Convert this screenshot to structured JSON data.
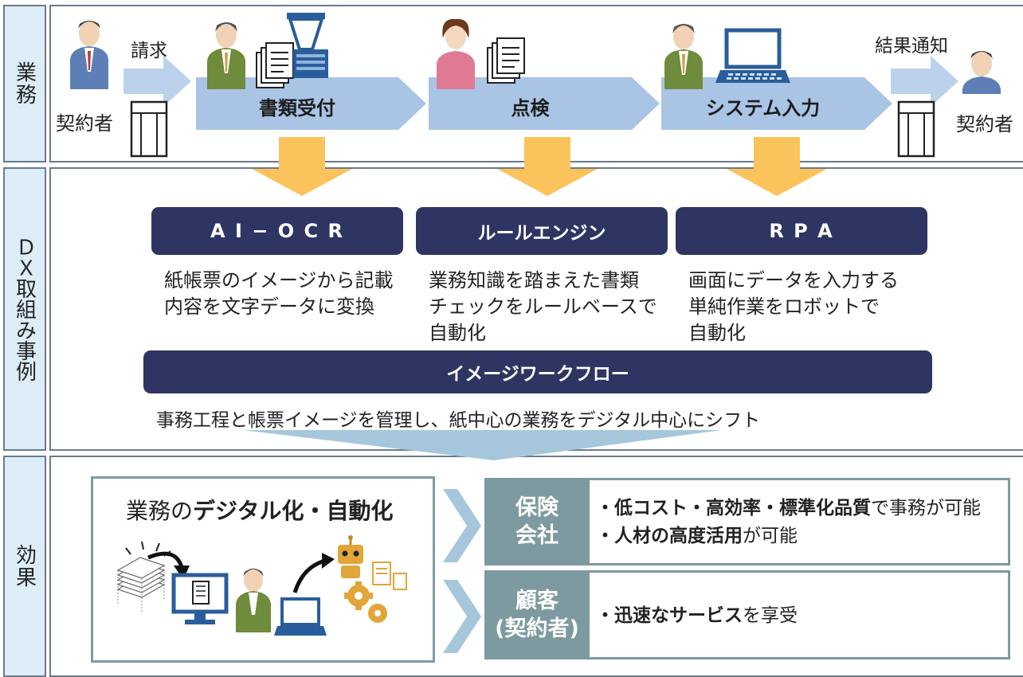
{
  "rows": {
    "business": "業務",
    "dx": "ＤＸ取組み事例",
    "effect": "効果"
  },
  "business_flow": {
    "request_label": "請求",
    "contractor_left": "契約者",
    "steps": [
      "書類受付",
      "点検",
      "システム入力"
    ],
    "result_label": "結果通知",
    "contractor_right": "契約者"
  },
  "dx": {
    "solutions": [
      {
        "title": "A I − O C R",
        "description": "紙帳票のイメージから記載\n内容を文字データに変換"
      },
      {
        "title": "ルールエンジン",
        "description": "業務知識を踏まえた書類\nチェックをルールベースで\n自動化"
      },
      {
        "title": "R P A",
        "description": "画面にデータを入力する\n単純作業をロボットで\n自動化"
      }
    ],
    "workflow_title": "イメージワークフロー",
    "workflow_description": "事務工程と帳票イメージを管理し、紙中心の業務をデジタル中心にシフト"
  },
  "effect": {
    "headline_prefix": "業務の",
    "headline_bold": "デジタル化・自動化",
    "insurer_label": "保険\n会社",
    "insurer_line1_bold": "・低コスト・高効率・標準化品質",
    "insurer_line1_rest": "で事務が可能",
    "insurer_line2_bold": "・人材の高度活用",
    "insurer_line2_rest": "が可能",
    "customer_label": "顧客\n(契約者)",
    "customer_line_bold": "・迅速なサービス",
    "customer_line_rest": "を享受"
  },
  "colors": {
    "navy": "#2f3563",
    "flow_arrow": "#a9c4e4",
    "yellow_arrow": "#fbc35c",
    "teal_gray": "#7e9aa1",
    "row_label_bg": "#dcedf8"
  }
}
